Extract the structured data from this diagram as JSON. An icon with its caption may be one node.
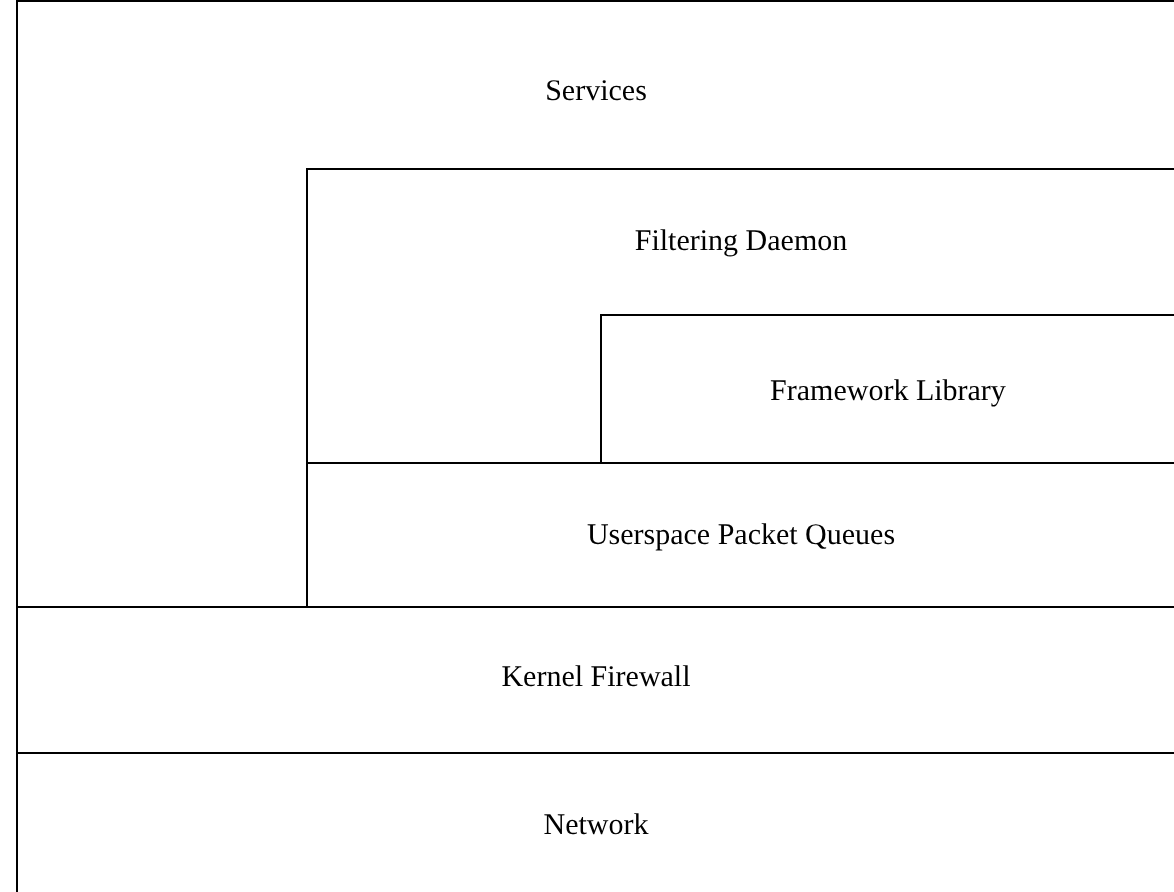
{
  "diagram": {
    "nodes": [
      {
        "text": [
          "Services"
        ]
      },
      {
        "text": [
          "Filtering Daemon"
        ],
        "in": 0
      },
      {
        "text": [
          "Framework Library"
        ],
        "in": 1
      },
      {
        "text": [
          "Userspace Packet Queues"
        ],
        "in": 0
      },
      {
        "text": [
          "Kernel Firewall"
        ]
      },
      {
        "text": [
          "Network"
        ]
      }
    ]
  }
}
